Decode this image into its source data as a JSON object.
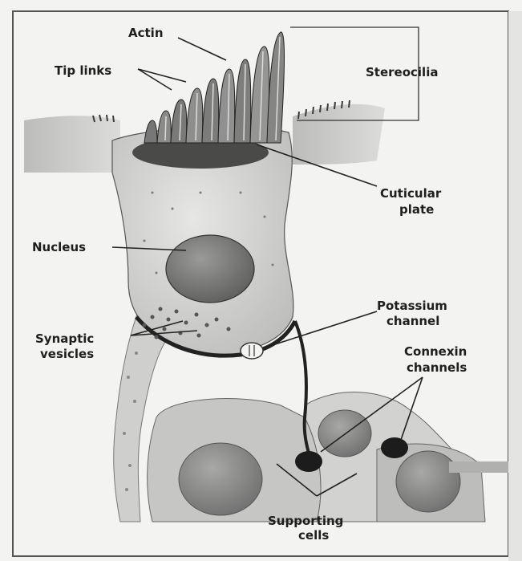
{
  "labels": {
    "actin": "Actin",
    "tip_links": "Tip links",
    "stereocilia": "Stereocilia",
    "cuticular_plate_line1": "Cuticular",
    "cuticular_plate_line2": "plate",
    "nucleus": "Nucleus",
    "potassium_channel_line1": "Potassium",
    "potassium_channel_line2": "channel",
    "synaptic_vesicles_line1": "Synaptic",
    "synaptic_vesicles_line2": "vesicles",
    "connexin_channels_line1": "Connexin",
    "connexin_channels_line2": "channels",
    "supporting_cells_line1": "Supporting",
    "supporting_cells_line2": "cells"
  }
}
